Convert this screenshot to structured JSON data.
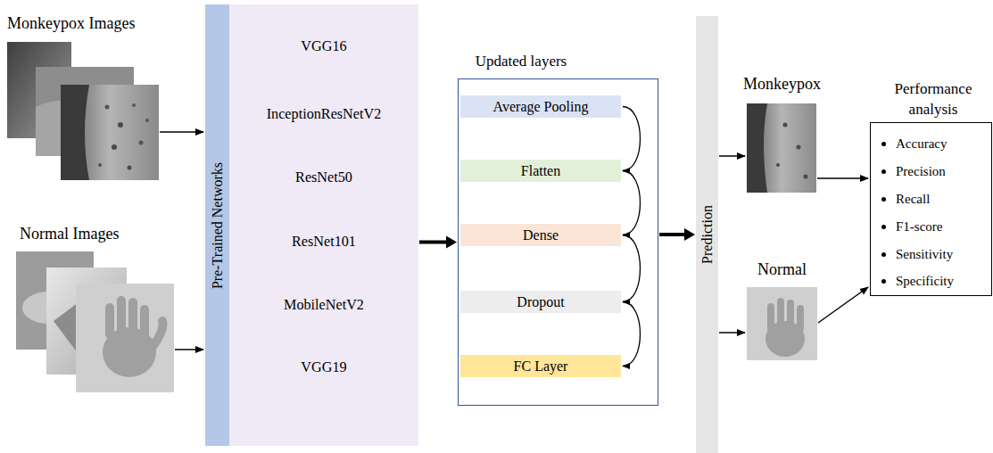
{
  "diagram": {
    "nodes": [
      {
        "text": [
          "Pre-Trained Networks"
        ]
      },
      {
        "text": [
          "VGG16",
          "InceptionResNetV2",
          "ResNet50",
          "ResNet101",
          "MobileNetV2",
          "VGG19"
        ]
      },
      {
        "text": [
          "Updated layers"
        ]
      },
      {
        "text": [
          "Average Pooling"
        ],
        "in": 2
      },
      {
        "text": [
          "Flatten"
        ],
        "in": 2
      },
      {
        "text": [
          "Dense"
        ],
        "in": 2
      },
      {
        "text": [
          "Dropout"
        ],
        "in": 2
      },
      {
        "text": [
          "FC Layer"
        ],
        "in": 2
      },
      {
        "text": [
          "Prediction"
        ]
      },
      {
        "text": [
          "Performance analysis",
          "Accuracy",
          "Precision",
          "Recall",
          "F1-score",
          "Sensitivity",
          "Specificity"
        ]
      }
    ],
    "edges": [
      {
        "from": 1,
        "to": 2,
        "arrow": "to"
      },
      {
        "from": 2,
        "to": 8,
        "arrow": "to"
      },
      {
        "from": 3,
        "to": 4,
        "arrow": "to"
      },
      {
        "from": 4,
        "to": 5,
        "arrow": "to"
      },
      {
        "from": 5,
        "to": 6,
        "arrow": "to"
      },
      {
        "from": 6,
        "to": 7,
        "arrow": "to"
      }
    ],
    "labels": [
      "Monkeypox Images",
      "Normal Images",
      "Monkeypox",
      "Normal"
    ]
  }
}
